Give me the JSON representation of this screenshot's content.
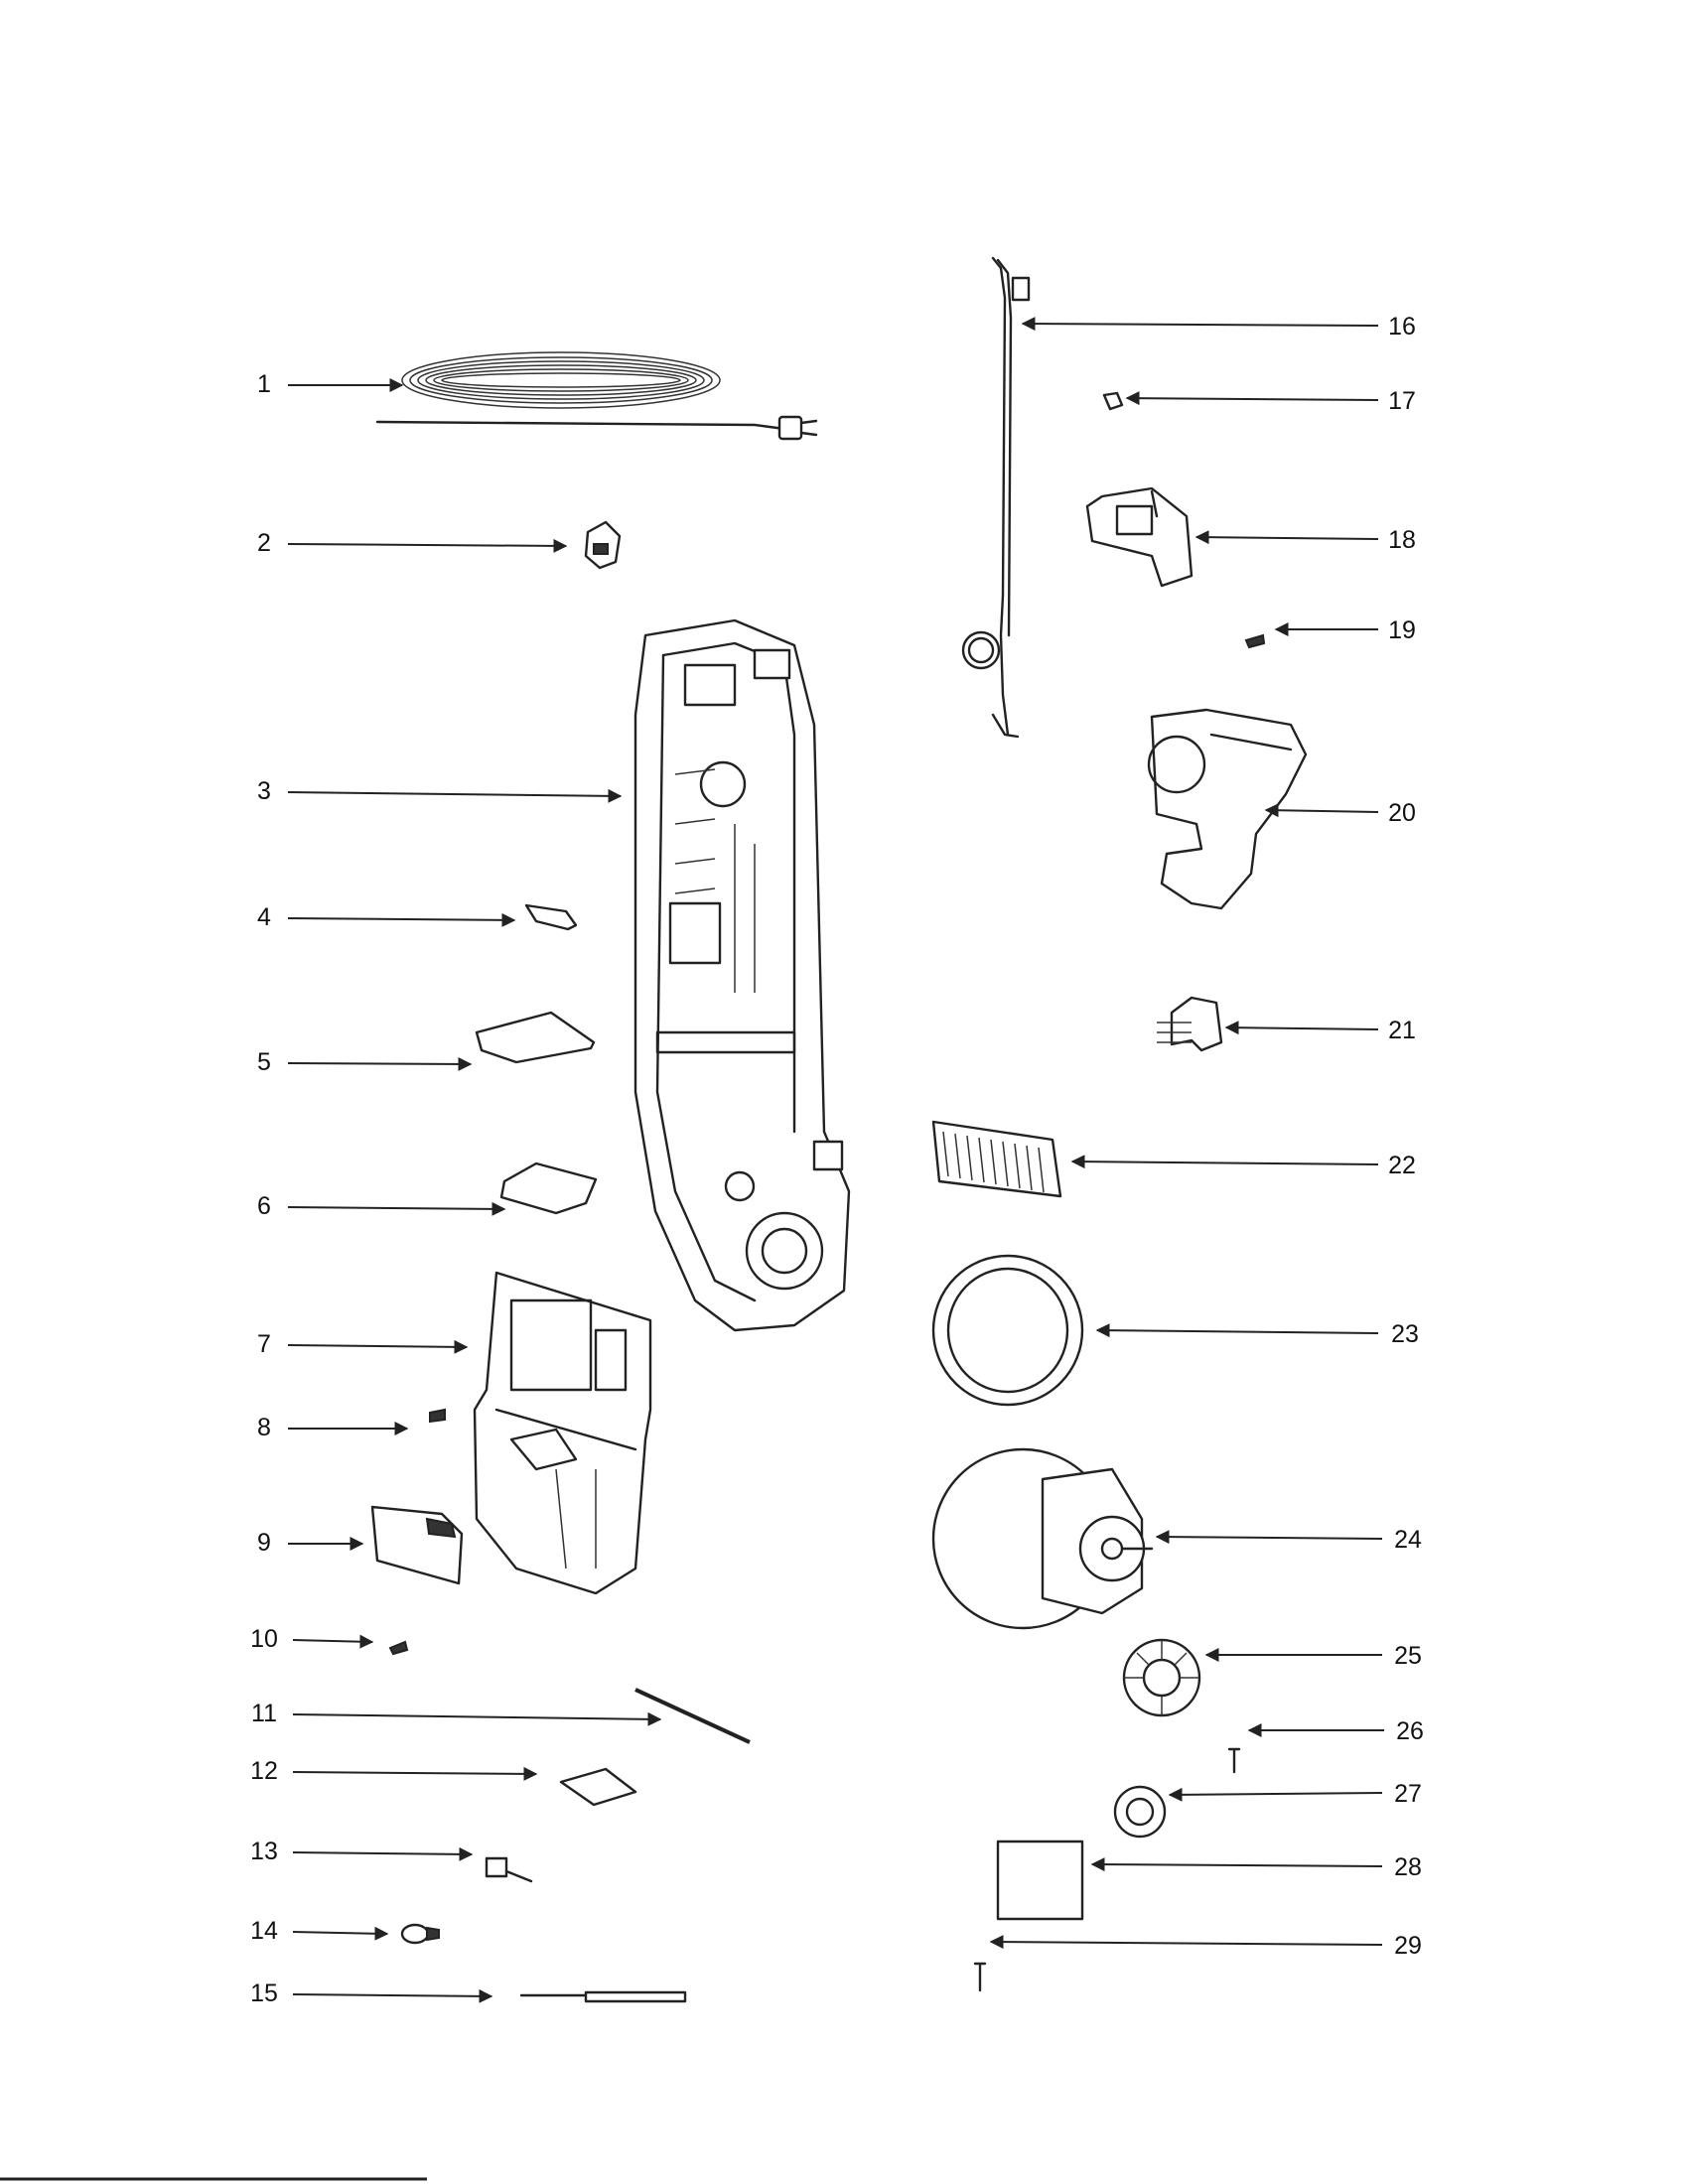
{
  "diagram": {
    "type": "exploded-parts-diagram",
    "callouts": [
      {
        "id": "1",
        "label": "1"
      },
      {
        "id": "2",
        "label": "2"
      },
      {
        "id": "3",
        "label": "3"
      },
      {
        "id": "4",
        "label": "4"
      },
      {
        "id": "5",
        "label": "5"
      },
      {
        "id": "6",
        "label": "6"
      },
      {
        "id": "7",
        "label": "7"
      },
      {
        "id": "8",
        "label": "8"
      },
      {
        "id": "9",
        "label": "9"
      },
      {
        "id": "10",
        "label": "10"
      },
      {
        "id": "11",
        "label": "11"
      },
      {
        "id": "12",
        "label": "12"
      },
      {
        "id": "13",
        "label": "13"
      },
      {
        "id": "14",
        "label": "14"
      },
      {
        "id": "15",
        "label": "15"
      },
      {
        "id": "16",
        "label": "16"
      },
      {
        "id": "17",
        "label": "17"
      },
      {
        "id": "18",
        "label": "18"
      },
      {
        "id": "19",
        "label": "19"
      },
      {
        "id": "20",
        "label": "20"
      },
      {
        "id": "21",
        "label": "21"
      },
      {
        "id": "22",
        "label": "22"
      },
      {
        "id": "23",
        "label": "23"
      },
      {
        "id": "24",
        "label": "24"
      },
      {
        "id": "25",
        "label": "25"
      },
      {
        "id": "26",
        "label": "26"
      },
      {
        "id": "27",
        "label": "27"
      },
      {
        "id": "28",
        "label": "28"
      },
      {
        "id": "29",
        "label": "29"
      }
    ]
  }
}
